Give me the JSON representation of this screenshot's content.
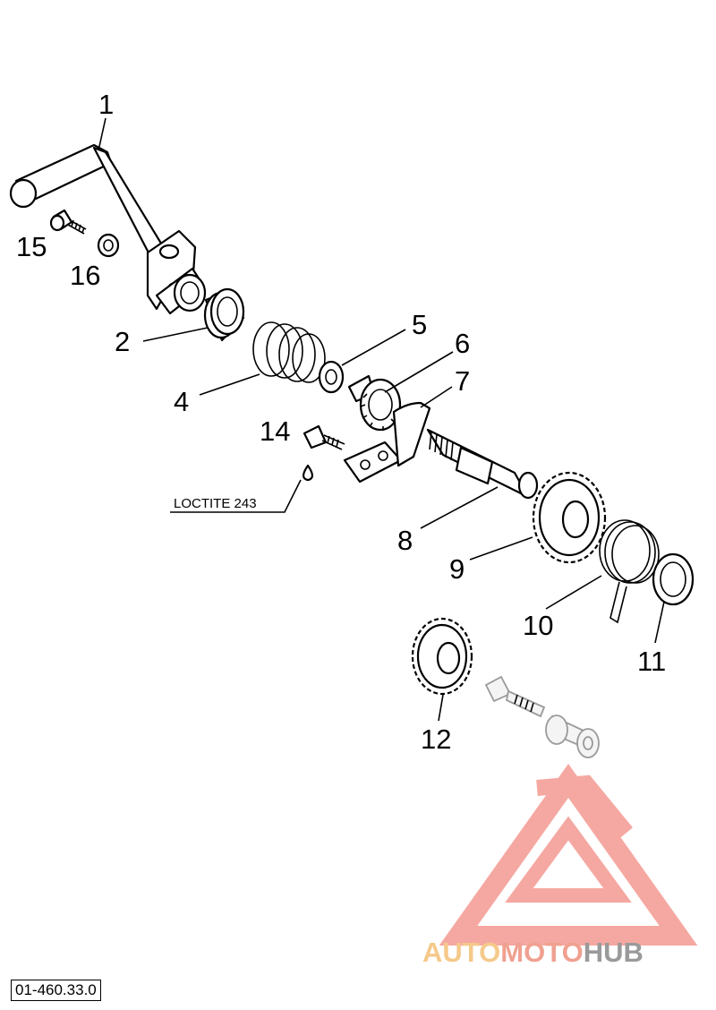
{
  "callouts": {
    "c1": "1",
    "c2": "2",
    "c4": "4",
    "c5": "5",
    "c6": "6",
    "c7": "7",
    "c8": "8",
    "c9": "9",
    "c10": "10",
    "c11": "11",
    "c12": "12",
    "c14": "14",
    "c15": "15",
    "c16": "16"
  },
  "note_loctite": "LOCTITE 243",
  "document_code": "01-460.33.0",
  "watermark": {
    "text_auto": "AUTO",
    "text_moto": "MOTO",
    "text_hub": "HUB",
    "color_auto": "#f5c98a",
    "color_moto": "#f0a090",
    "color_hub": "#9a9a9a",
    "logo_color": "#f28b82"
  }
}
